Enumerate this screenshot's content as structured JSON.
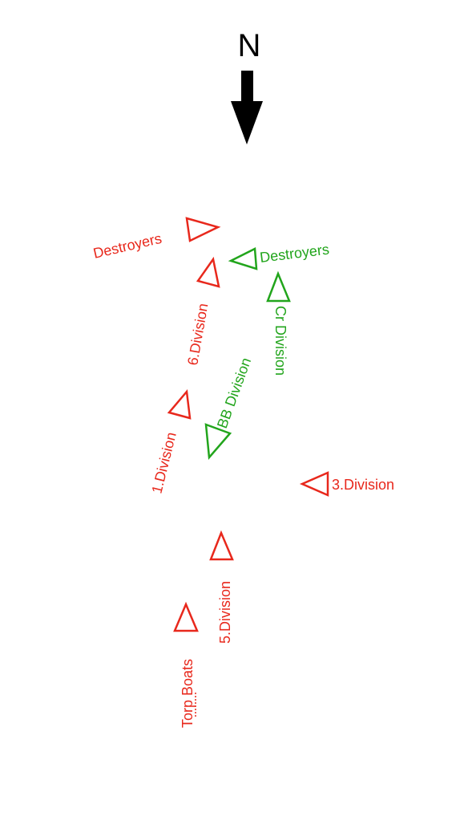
{
  "compass": {
    "label": "N",
    "arrow_color": "#000000"
  },
  "colors": {
    "red": "#e8281c",
    "green": "#22a51c"
  },
  "units": [
    {
      "id": "red-destroyers",
      "label": "Destroyers",
      "side": "red",
      "icon": "triangle-marker"
    },
    {
      "id": "green-destroyers",
      "label": "Destroyers",
      "side": "green",
      "icon": "triangle-marker"
    },
    {
      "id": "6-division",
      "label": "6.Division",
      "side": "red",
      "icon": "triangle-marker"
    },
    {
      "id": "cr-division",
      "label": "Cr Division",
      "side": "green",
      "icon": "triangle-marker"
    },
    {
      "id": "bb-division",
      "label": "BB Division",
      "side": "green",
      "icon": "triangle-marker"
    },
    {
      "id": "1-division",
      "label": "1.Division",
      "side": "red",
      "icon": "triangle-marker"
    },
    {
      "id": "3-division",
      "label": "3.Division",
      "side": "red",
      "icon": "triangle-marker"
    },
    {
      "id": "5-division",
      "label": "5.Division",
      "side": "red",
      "icon": "triangle-marker"
    },
    {
      "id": "torp-boats",
      "label": "Torp Boats",
      "side": "red",
      "icon": "triangle-marker"
    }
  ]
}
